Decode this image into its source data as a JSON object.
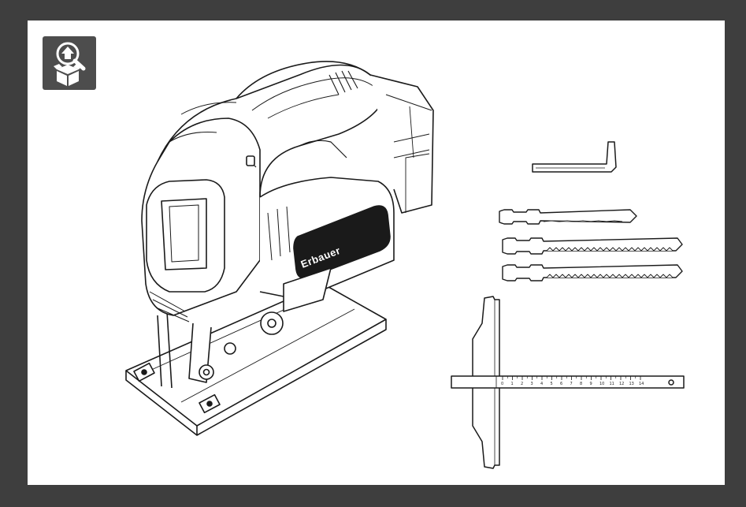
{
  "page": {
    "frame_color": "#3e3e3e",
    "panel_color": "#ffffff",
    "badge_color": "#4d4d4d"
  },
  "badge": {
    "icon": "inspect-box-contents-icon"
  },
  "tool": {
    "brand": "Erbauer",
    "icon": "jigsaw-icon"
  },
  "accessories": {
    "hex_key": {
      "icon": "hex-key-icon"
    },
    "blades": [
      {
        "icon": "jigsaw-blade-icon"
      },
      {
        "icon": "jigsaw-blade-icon"
      },
      {
        "icon": "jigsaw-blade-icon"
      }
    ],
    "guide": {
      "icon": "parallel-guide-icon",
      "scale": [
        "0",
        "1",
        "2",
        "3",
        "4",
        "5",
        "6",
        "7",
        "8",
        "9",
        "10",
        "11",
        "12",
        "13",
        "14"
      ]
    }
  }
}
